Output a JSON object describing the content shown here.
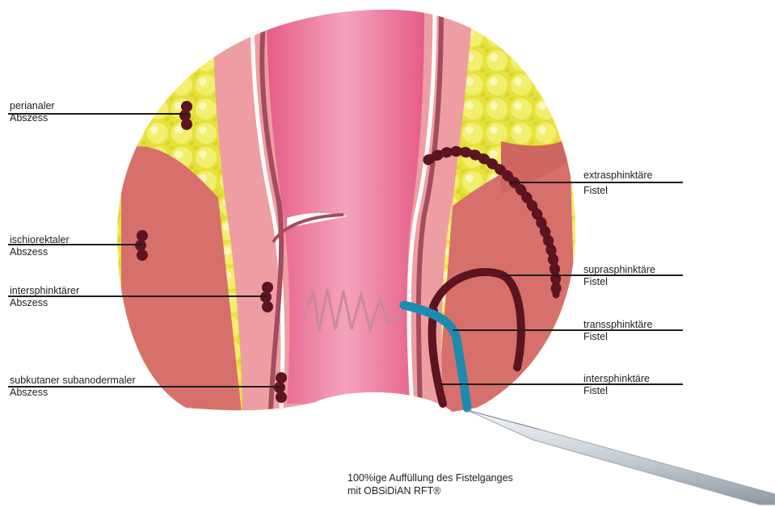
{
  "labels": {
    "perianal": {
      "line1": "perianaler",
      "line2": "Abszess"
    },
    "ischiorektal": {
      "line1": "ischiorektaler",
      "line2": "Abszess"
    },
    "intersphinktaer_abszess": {
      "line1": "intersphinktärer",
      "line2": "Abszess"
    },
    "subkutan": {
      "line1": "subkutaner subanodermaler",
      "line2": "Abszess"
    },
    "extrasphinktaer": {
      "line1": "extrasphinktäre",
      "line2": "Fistel"
    },
    "suprasphinktaer": {
      "line1": "suprasphinktäre",
      "line2": "Fistel"
    },
    "transsphinktaer": {
      "line1": "transsphinktäre",
      "line2": "Fistel"
    },
    "intersphinktaer_fistel": {
      "line1": "intersphinktäre",
      "line2": "Fistel"
    }
  },
  "caption": {
    "line1": "100%ige Auffüllung des Fistelganges",
    "line2": "mit OBSiDiAN RFT®"
  },
  "colors": {
    "fat": "#e6e23c",
    "fat_light": "#f5f28a",
    "muscle": "#d7706a",
    "lumen": "#ea6e93",
    "wall": "#ee9da2",
    "wall_dark": "#a34c5c",
    "abscess": "#5c1420",
    "filler": "#1d8bb0"
  }
}
